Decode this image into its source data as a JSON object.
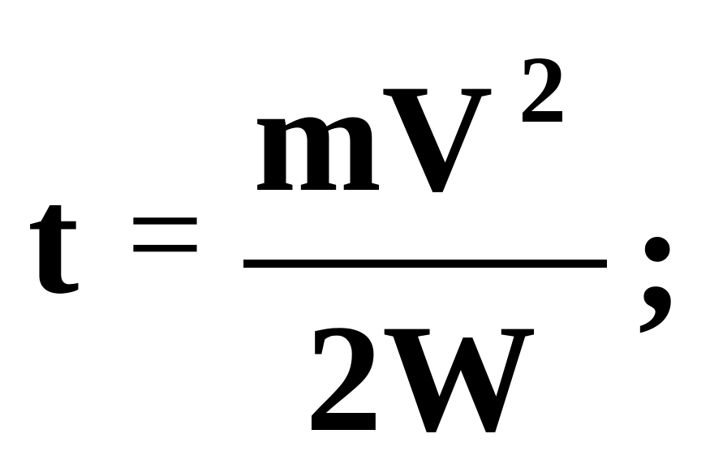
{
  "formula": {
    "lhs": "t",
    "equals": "=",
    "numerator": "mV",
    "exponent": "2",
    "denominator": "2W",
    "terminator": ";"
  }
}
